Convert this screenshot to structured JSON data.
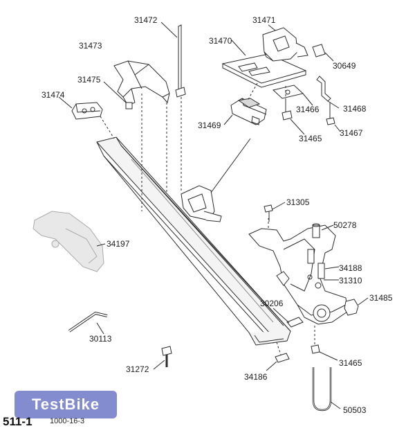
{
  "parts": [
    {
      "id": "31472",
      "label": "31472"
    },
    {
      "id": "31471",
      "label": "31471"
    },
    {
      "id": "31473",
      "label": "31473"
    },
    {
      "id": "31470",
      "label": "31470"
    },
    {
      "id": "30649",
      "label": "30649"
    },
    {
      "id": "31475",
      "label": "31475"
    },
    {
      "id": "31474",
      "label": "31474"
    },
    {
      "id": "31466",
      "label": "31466"
    },
    {
      "id": "31468",
      "label": "31468"
    },
    {
      "id": "31469",
      "label": "31469"
    },
    {
      "id": "31465a",
      "label": "31465"
    },
    {
      "id": "31467",
      "label": "31467"
    },
    {
      "id": "31305",
      "label": "31305"
    },
    {
      "id": "50278",
      "label": "50278"
    },
    {
      "id": "34197",
      "label": "34197"
    },
    {
      "id": "34188",
      "label": "34188"
    },
    {
      "id": "31310",
      "label": "31310"
    },
    {
      "id": "30206",
      "label": "30206"
    },
    {
      "id": "31485",
      "label": "31485"
    },
    {
      "id": "30113",
      "label": "30113"
    },
    {
      "id": "31465b",
      "label": "31465"
    },
    {
      "id": "31272",
      "label": "31272"
    },
    {
      "id": "34186",
      "label": "34186"
    },
    {
      "id": "50503",
      "label": "50503"
    }
  ],
  "watermark": {
    "text": "TestBike"
  },
  "footer": {
    "code": "511-1",
    "sub": "1000-16-3"
  },
  "colors": {
    "line": "#2a2a2a",
    "part_fill": "#ffffff",
    "shade": "#d9d9d9",
    "ghost": "#e8e8e8",
    "watermark": "#6f78c8"
  }
}
